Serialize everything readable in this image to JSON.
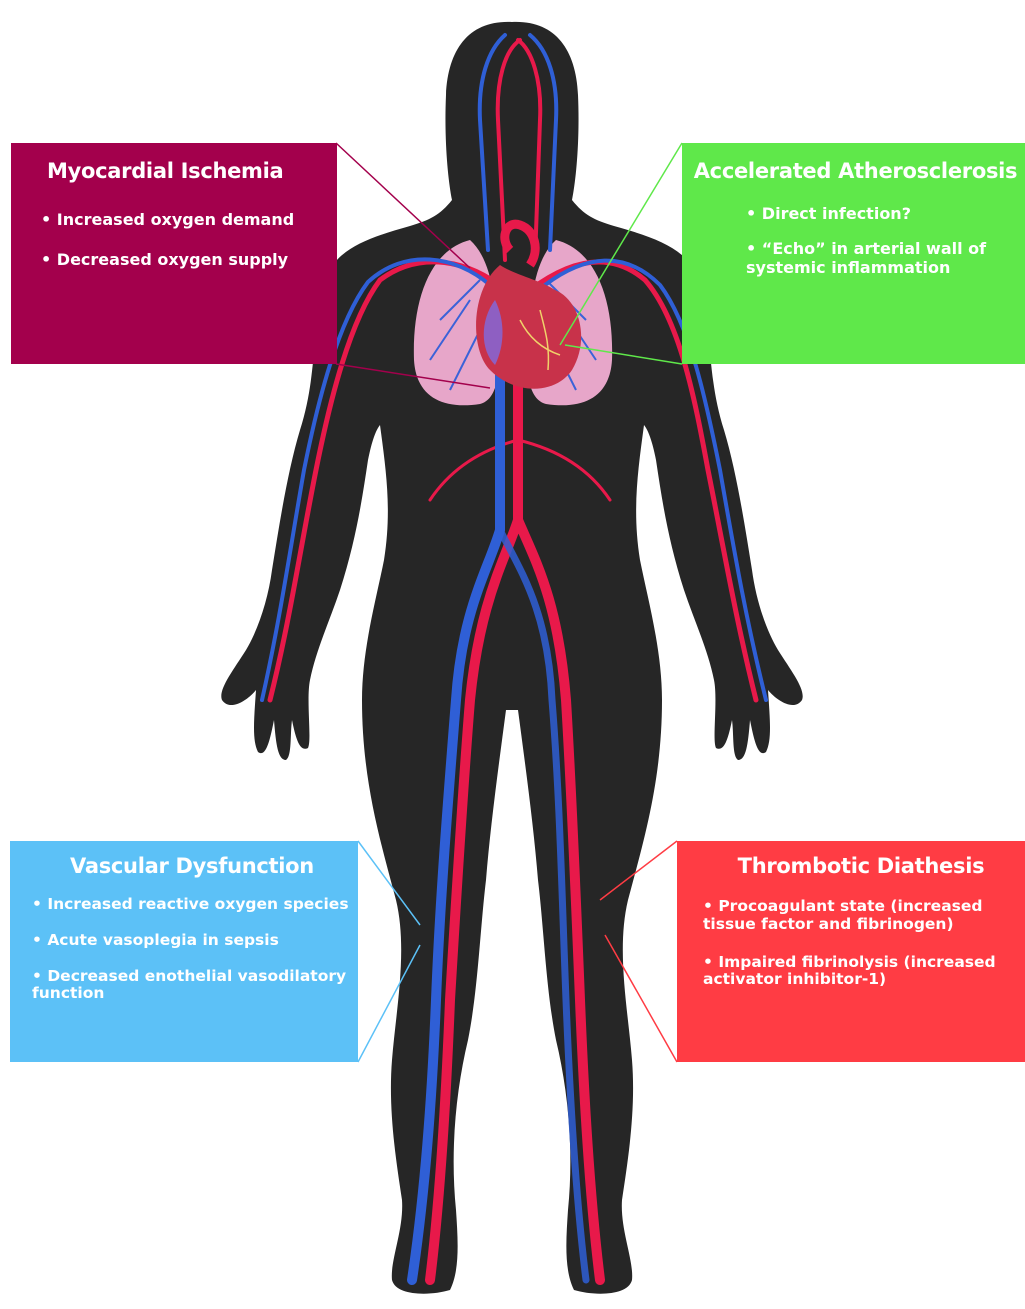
{
  "boxes": {
    "myocardial_ischemia": {
      "title": "Myocardial Ischemia",
      "color": "#a3004c",
      "items": [
        "Increased oxygen demand",
        "Decreased oxygen supply"
      ]
    },
    "accelerated_atherosclerosis": {
      "title": "Accelerated Atherosclerosis",
      "color": "#5fe84a",
      "items": [
        "Direct infection?",
        "“Echo” in arterial wall of systemic inflammation"
      ]
    },
    "vascular_dysfunction": {
      "title": "Vascular Dysfunction",
      "color": "#5cc1f7",
      "items": [
        "Increased reactive oxygen species",
        "Acute vasoplegia in sepsis",
        "Decreased enothelial vasodilatory function"
      ]
    },
    "thrombotic_diathesis": {
      "title": "Thrombotic Diathesis",
      "color": "#ff3c44",
      "items": [
        "Procoagulant state (increased tissue factor and fibrinogen)",
        "Impaired fibrinolysis  (increased activator inhibitor-1)"
      ]
    }
  },
  "colors": {
    "silhouette": "#262626",
    "artery": "#e8194a",
    "vein": "#2f5fd6",
    "lung": "#e7a6c9",
    "heart": "#c8324a"
  },
  "icons": {
    "figure": "human-circulatory-system-illustration",
    "heart": "heart-icon",
    "lungs": "lungs-icon"
  }
}
